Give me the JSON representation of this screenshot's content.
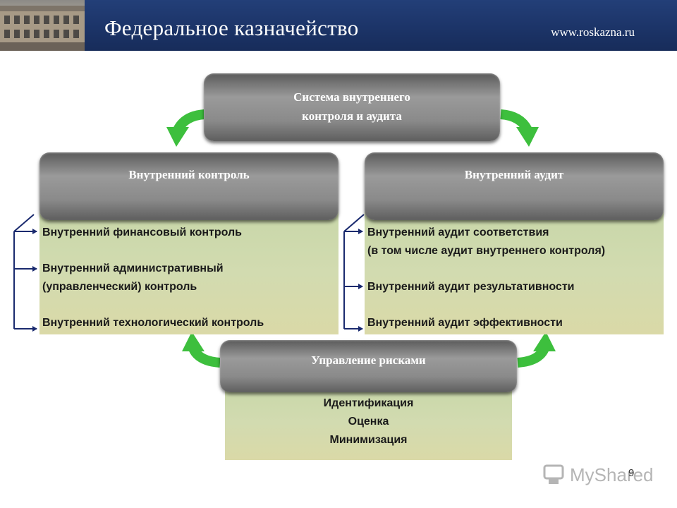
{
  "header": {
    "title": "Федеральное казначейство",
    "url": "www.roskazna.ru"
  },
  "diagram": {
    "top": {
      "line1": "Система внутреннего",
      "line2": "контроля и аудита"
    },
    "left": {
      "title": "Внутренний контроль",
      "items": [
        "Внутренний финансовый контроль",
        "Внутренний административный",
        "(управленческий) контроль",
        "Внутренний технологический контроль"
      ]
    },
    "right": {
      "title": "Внутренний аудит",
      "items": [
        "Внутренний аудит соответствия",
        "(в том числе аудит внутреннего контроля)",
        "Внутренний аудит результативности",
        "Внутренний аудит эффективности"
      ]
    },
    "bottom": {
      "title": "Управление рисками",
      "items": [
        "Идентификация",
        "Оценка",
        "Минимизация"
      ]
    }
  },
  "page_number": "9",
  "watermark": "MyShared",
  "colors": {
    "header_bg": "#1c3468",
    "arrow_green": "#3dbf3d",
    "bracket_navy": "#1a2a6e",
    "panel_green": "#d2dbb0"
  }
}
